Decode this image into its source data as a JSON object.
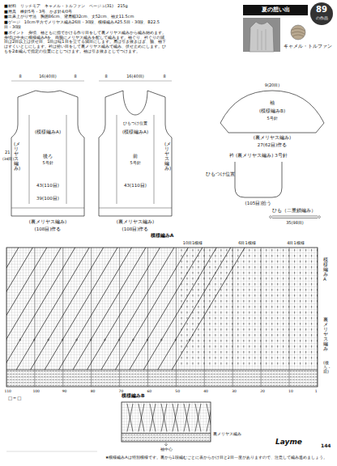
{
  "diagram": {
    "nodes": [
      {
        "text": [
          "夏の想い出"
        ]
      },
      {
        "text": [
          "89",
          "の作品"
        ]
      },
      {
        "text": [
          "(模様編みA)",
          "後ろ",
          "5号針"
        ]
      },
      {
        "text": [
          "(模様編みA)",
          "前",
          "5号針"
        ]
      },
      {
        "text": [
          "袖",
          "(模様編みB)",
          "5号針"
        ]
      },
      {
        "text": [
          "衿 (裏メリヤス編み) 3号針"
        ]
      },
      {
        "text": [
          "模様編みA"
        ]
      },
      {
        "text": [
          "模様編みB"
        ]
      }
    ],
    "labels": [
      "■材料　リッチモア　キャメル・トルファン　ベージュ(31)　215g",
      "■用具　棒針5号・3号、かぎ針4/0号",
      "■出来上がり寸法　胸囲86cm、背肩幅32cm、丈52cm、袖丈11.5cm",
      "■ゲージ　10cm平方でメリヤス編み26目・30段、模様編みA25.5目・30段、B22.5目・30段",
      "■ポイント　身頃、袖ともに指でかける作り目をして裏メリヤス編みから編み始めます。身頃は中央に模様編みAを、両脇にメリヤス編みを配して編みます。袖ぐり、衿ぐりの減目は2目以上は伏せ目、1目は端1目を立てる減目にします。肩は引き抜きはぎ、脇、袖下はすくいとじにします。衿は拾い目をして裏メリヤス編みで編み、伏せ止めにします。ひもを2本編んで指定の位置にとじつけます。袖は引き抜きとじでつけます。",
      "キャメル・トルファン",
      "16(40目)",
      "8",
      "8",
      "(メリヤス編み)",
      "43(110目)",
      "39(100目)",
      "(裏メリヤス編み)",
      "(108目)作る",
      "21",
      "(34目)",
      "8",
      "16(40目)",
      "8",
      "(メリヤス編み)",
      "ひもつけ位置",
      "43(110目)",
      "(裏メリヤス編み)",
      "(108目)作る",
      "9(20目)",
      "(裏メリヤス編み)",
      "27(62目)作る",
      "ひもつけ位置",
      "(105目)拾う",
      "ひも（二重鎖編み）",
      "35(98目)",
      "10目1模様",
      "6目1模様",
      "4目1模様",
      "模様編みA",
      "裏メリヤス編み",
      "(後ろ・前)",
      "110",
      "100",
      "90",
      "80",
      "70",
      "60",
      "50",
      "40",
      "30",
      "20",
      "10",
      "1",
      "□＝□",
      "裏メリヤス編み",
      "袖中心",
      "★模様編みAは特別模様です。裏から1段編むごとに表からかけ目と2目一度がありますので、注意して編み進めましょう。",
      "Layme",
      "144"
    ]
  }
}
